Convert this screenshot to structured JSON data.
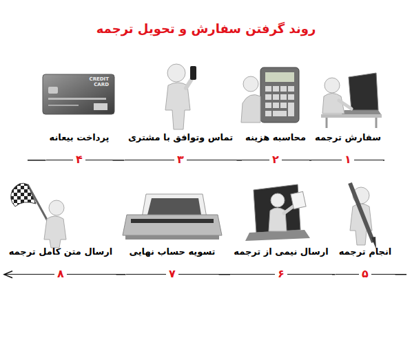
{
  "diagram": {
    "title": "روند گرفتن سفارش و تحویل ترجمه",
    "nodes": [
      {
        "text": [
          "سفارش ترجمه",
          "۱"
        ]
      },
      {
        "text": [
          "محاسبه هزینه",
          "۲"
        ]
      },
      {
        "text": [
          "تماس وتوافق با مشتری",
          "۳"
        ]
      },
      {
        "text": [
          "پرداخت بیعانه",
          "۴"
        ]
      },
      {
        "text": [
          "انجام ترجمه",
          "۵"
        ]
      },
      {
        "text": [
          "ارسال نیمی از ترجمه",
          "۶"
        ]
      },
      {
        "text": [
          "تسویه حساب نهایی",
          "۷"
        ]
      },
      {
        "text": [
          "ارسال متن کامل ترجمه",
          "۸"
        ]
      }
    ],
    "edges": [
      {
        "from": 0,
        "to": 1,
        "arrow": "none"
      },
      {
        "from": 1,
        "to": 2,
        "arrow": "none"
      },
      {
        "from": 2,
        "to": 3,
        "arrow": "none"
      },
      {
        "from": 4,
        "to": 5,
        "arrow": "none"
      },
      {
        "from": 5,
        "to": 6,
        "arrow": "none"
      },
      {
        "from": 6,
        "to": 7,
        "arrow": "none"
      }
    ],
    "labels": [
      "CREDIT CARD"
    ]
  }
}
